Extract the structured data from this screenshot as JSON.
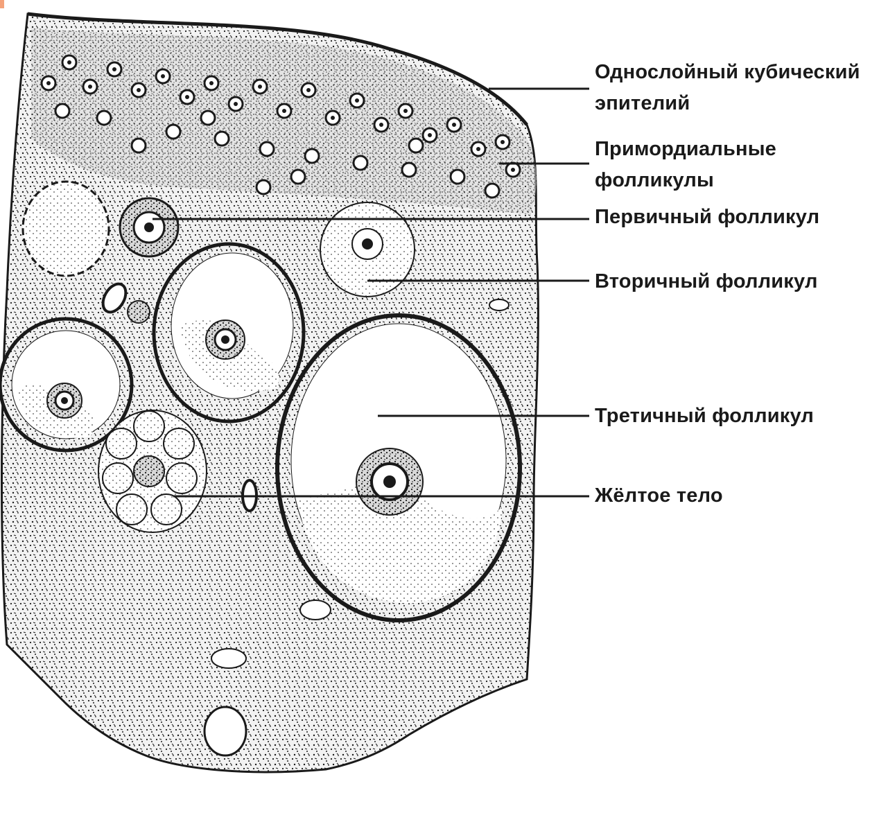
{
  "labels": {
    "epithelium_line1": "Однослойный кубический",
    "epithelium_line2": "эпителий",
    "primordial_line1": "Примордиальные",
    "primordial_line2": "фолликулы",
    "primary": "Первичный фолликул",
    "secondary": "Вторичный фолликул",
    "tertiary": "Третичный фолликул",
    "corpus_luteum": "Жёлтое тело"
  },
  "colors": {
    "ink": "#1a1a1a",
    "tissue": "#f2f2f2",
    "background": "#ffffff"
  }
}
